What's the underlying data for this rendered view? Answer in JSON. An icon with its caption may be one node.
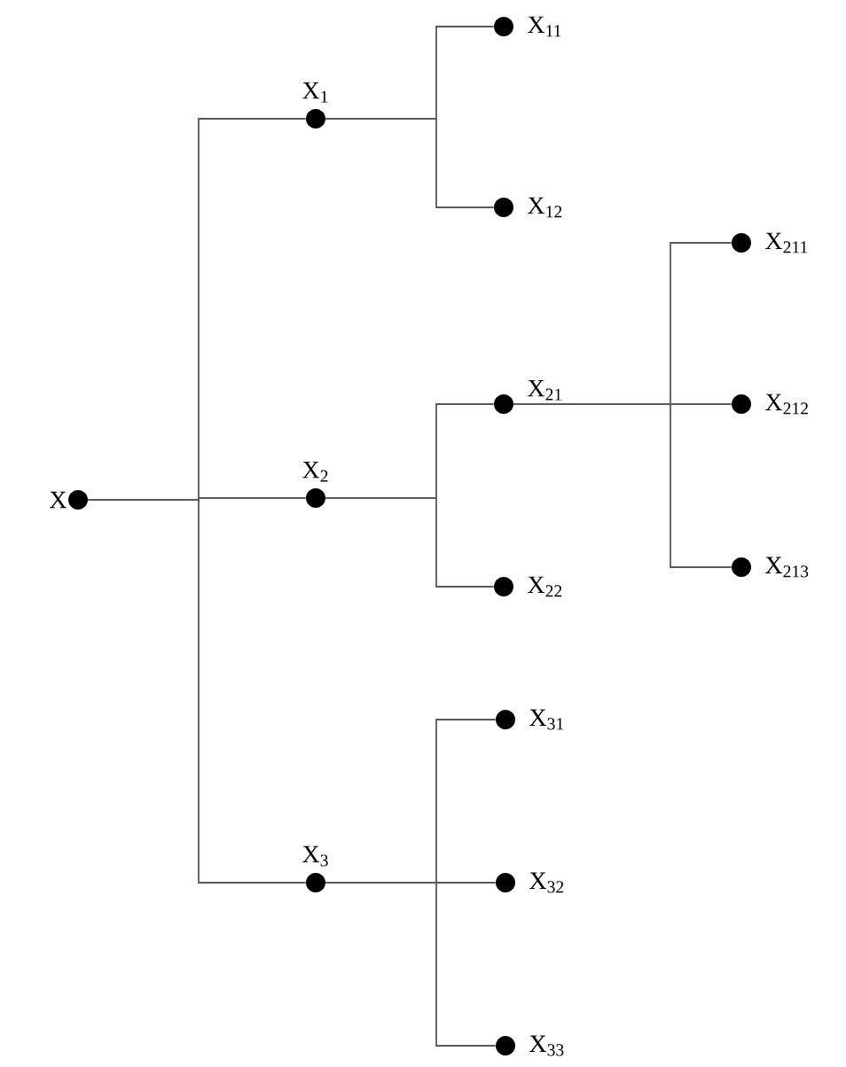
{
  "diagram": {
    "nodes": [
      {
        "text": [
          "X"
        ]
      },
      {
        "text": [
          "X$_{1}$"
        ]
      },
      {
        "text": [
          "X$_{11}$"
        ]
      },
      {
        "text": [
          "X$_{12}$"
        ]
      },
      {
        "text": [
          "X$_{2}$"
        ]
      },
      {
        "text": [
          "X$_{21}$"
        ]
      },
      {
        "text": [
          "X$_{211}$"
        ]
      },
      {
        "text": [
          "X$_{212}$"
        ]
      },
      {
        "text": [
          "X$_{213}$"
        ]
      },
      {
        "text": [
          "X$_{22}$"
        ]
      },
      {
        "text": [
          "X$_{3}$"
        ]
      },
      {
        "text": [
          "X$_{31}$"
        ]
      },
      {
        "text": [
          "X$_{32}$"
        ]
      },
      {
        "text": [
          "X$_{33}$"
        ]
      }
    ],
    "edges": [
      {
        "from": 0,
        "to": 1,
        "arrow": "none"
      },
      {
        "from": 0,
        "to": 4,
        "arrow": "none"
      },
      {
        "from": 0,
        "to": 10,
        "arrow": "none"
      },
      {
        "from": 1,
        "to": 2,
        "arrow": "none"
      },
      {
        "from": 1,
        "to": 3,
        "arrow": "none"
      },
      {
        "from": 4,
        "to": 5,
        "arrow": "none"
      },
      {
        "from": 4,
        "to": 9,
        "arrow": "none"
      },
      {
        "from": 5,
        "to": 6,
        "arrow": "none"
      },
      {
        "from": 5,
        "to": 7,
        "arrow": "none"
      },
      {
        "from": 5,
        "to": 8,
        "arrow": "none"
      },
      {
        "from": 10,
        "to": 11,
        "arrow": "none"
      },
      {
        "from": 10,
        "to": 12,
        "arrow": "none"
      },
      {
        "from": 10,
        "to": 13,
        "arrow": "none"
      }
    ]
  }
}
